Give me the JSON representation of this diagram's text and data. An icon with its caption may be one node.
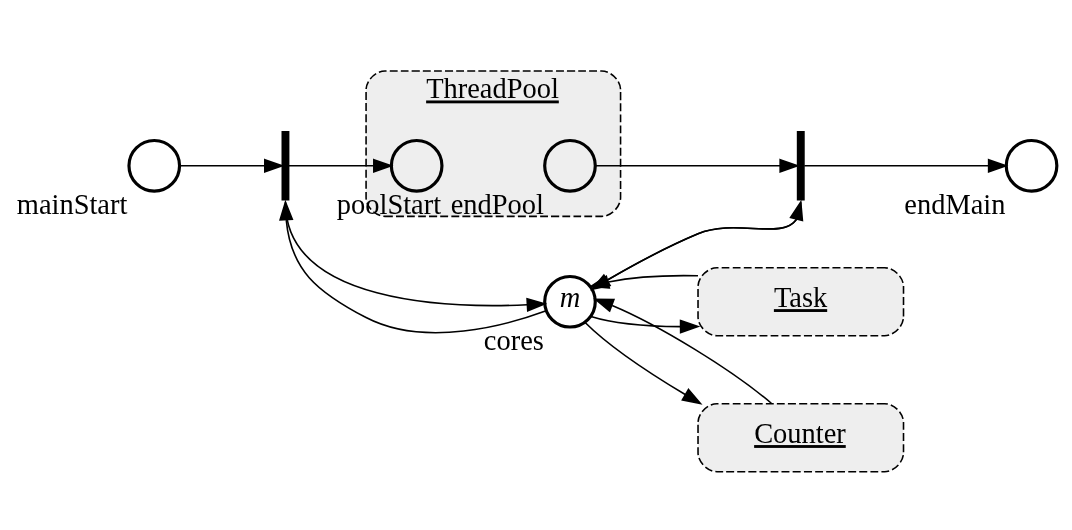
{
  "diagram": {
    "nodes": [
      {
        "text": [],
        "shape": "circle",
        "beside": [
          "mainStart"
        ]
      },
      {
        "text": [],
        "shape": "bar"
      },
      {
        "text": [
          "ThreadPool"
        ]
      },
      {
        "text": [],
        "shape": "circle",
        "beside": [
          "poolStart"
        ],
        "in": 2
      },
      {
        "text": [],
        "shape": "circle",
        "beside": [
          "endPool"
        ],
        "in": 2
      },
      {
        "text": [],
        "shape": "bar"
      },
      {
        "text": [],
        "shape": "circle",
        "beside": [
          "endMain"
        ]
      },
      {
        "text": [
          "m"
        ],
        "beside": [
          "cores"
        ]
      },
      {
        "text": [
          "Task"
        ]
      },
      {
        "text": [
          "Counter"
        ]
      }
    ],
    "edges": [
      {
        "from": 0,
        "to": 1,
        "arrow": "to"
      },
      {
        "from": 1,
        "to": 3,
        "arrow": "to"
      },
      {
        "from": 4,
        "to": 5,
        "arrow": "to"
      },
      {
        "from": 5,
        "to": 6,
        "arrow": "to"
      },
      {
        "from": 1,
        "to": 7,
        "arrow": "to"
      },
      {
        "from": 7,
        "to": 1,
        "arrow": "to"
      },
      {
        "from": 7,
        "to": 5,
        "arrow": "to"
      },
      {
        "from": 5,
        "to": 7,
        "arrow": "to"
      },
      {
        "from": 8,
        "to": 7,
        "arrow": "to"
      },
      {
        "from": 7,
        "to": 8,
        "arrow": "to"
      },
      {
        "from": 9,
        "to": 7,
        "arrow": "to"
      },
      {
        "from": 7,
        "to": 9,
        "arrow": "to"
      }
    ]
  }
}
